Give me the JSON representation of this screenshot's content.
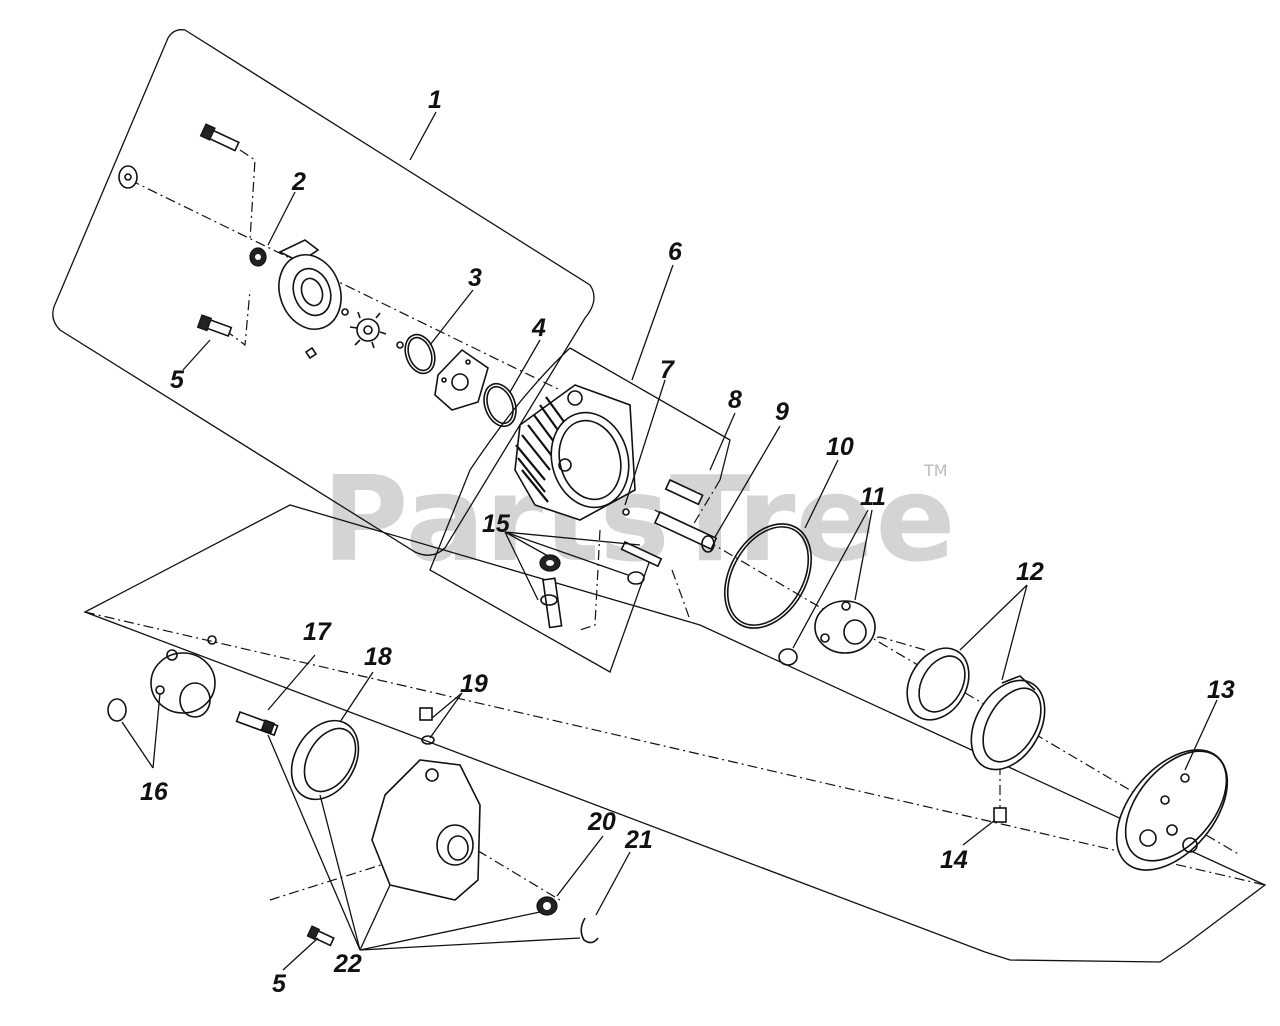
{
  "watermark": {
    "text": "PartsTree",
    "trademark": "TM"
  },
  "callouts": [
    {
      "id": "1",
      "label": "1"
    },
    {
      "id": "2",
      "label": "2"
    },
    {
      "id": "3",
      "label": "3"
    },
    {
      "id": "4",
      "label": "4"
    },
    {
      "id": "5a",
      "label": "5"
    },
    {
      "id": "6",
      "label": "6"
    },
    {
      "id": "7",
      "label": "7"
    },
    {
      "id": "8",
      "label": "8"
    },
    {
      "id": "9",
      "label": "9"
    },
    {
      "id": "10",
      "label": "10"
    },
    {
      "id": "11",
      "label": "11"
    },
    {
      "id": "12",
      "label": "12"
    },
    {
      "id": "13",
      "label": "13"
    },
    {
      "id": "14",
      "label": "14"
    },
    {
      "id": "15",
      "label": "15"
    },
    {
      "id": "16",
      "label": "16"
    },
    {
      "id": "17",
      "label": "17"
    },
    {
      "id": "18",
      "label": "18"
    },
    {
      "id": "19",
      "label": "19"
    },
    {
      "id": "20",
      "label": "20"
    },
    {
      "id": "21",
      "label": "21"
    },
    {
      "id": "5b",
      "label": "5"
    },
    {
      "id": "22",
      "label": "22"
    }
  ]
}
